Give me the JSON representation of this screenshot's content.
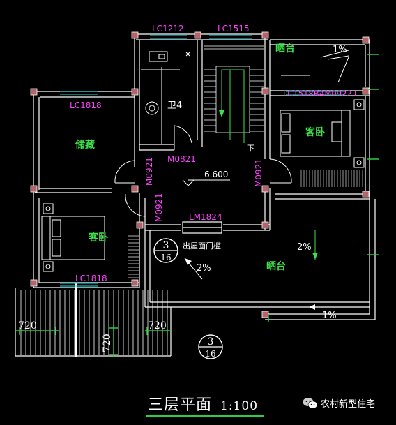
{
  "labels": {
    "lc1212": "LC1212",
    "lc1515": "LC1515",
    "lc1818_top": "LC1818",
    "lc1818_bottom": "LC1818",
    "lc1518_bam0922": "LC1518BAM0922+",
    "m0821": "M0821",
    "m0921_left": "M0921",
    "m0921_lower": "M0921",
    "m0921_right": "M0921",
    "lm1824": "LM1824",
    "elevation": "6.600",
    "down": "下"
  },
  "rooms": {
    "balcony_top": "晒台",
    "bathroom": "卫4",
    "storage": "储藏",
    "bedroom_right": "客卧",
    "bedroom_left": "客卧",
    "terrace": "晒台",
    "roof_door": "出屋面门槛"
  },
  "slopes": {
    "balcony_top": "1%",
    "terrace_right": "2%",
    "terrace_mid": "2%",
    "terrace_bottom": "1%"
  },
  "dimensions": {
    "left": "720",
    "right": "720",
    "vertical": "720"
  },
  "section_marks": {
    "upper_num": "3",
    "upper_den": "16",
    "lower_num": "3",
    "lower_den": "16"
  },
  "footer": {
    "title": "三层平面",
    "scale": "1:100"
  },
  "watermark": {
    "text": "农村新型住宅",
    "icon": "wechat-icon"
  },
  "colors": {
    "wall": "#ffffff",
    "column": "#b5646a",
    "label_magenta": "#ff40ff",
    "room_green": "#3ee04a",
    "cyan": "#00e5e5",
    "green_line": "#2ecc40"
  }
}
